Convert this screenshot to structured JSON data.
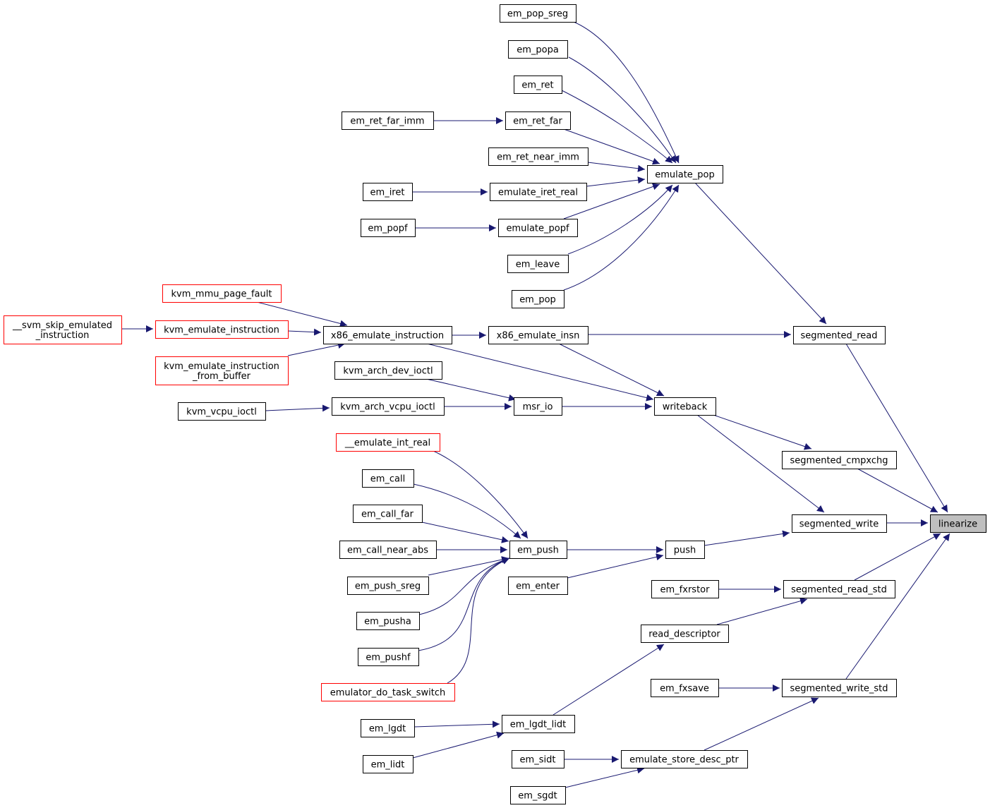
{
  "graph": {
    "target": "linearize",
    "nodes": [
      {
        "id": "linearize",
        "label": [
          "linearize"
        ],
        "style": "target"
      },
      {
        "id": "segmented_read",
        "label": [
          "segmented_read"
        ]
      },
      {
        "id": "segmented_cmpxchg",
        "label": [
          "segmented_cmpxchg"
        ]
      },
      {
        "id": "segmented_write",
        "label": [
          "segmented_write"
        ]
      },
      {
        "id": "segmented_read_std",
        "label": [
          "segmented_read_std"
        ]
      },
      {
        "id": "segmented_write_std",
        "label": [
          "segmented_write_std"
        ]
      },
      {
        "id": "emulate_pop",
        "label": [
          "emulate_pop"
        ]
      },
      {
        "id": "x86_emulate_insn",
        "label": [
          "x86_emulate_insn"
        ]
      },
      {
        "id": "writeback",
        "label": [
          "writeback"
        ]
      },
      {
        "id": "push",
        "label": [
          "push"
        ]
      },
      {
        "id": "em_fxrstor",
        "label": [
          "em_fxrstor"
        ]
      },
      {
        "id": "read_descriptor",
        "label": [
          "read_descriptor"
        ]
      },
      {
        "id": "em_fxsave",
        "label": [
          "em_fxsave"
        ]
      },
      {
        "id": "emulate_store_desc_ptr",
        "label": [
          "emulate_store_desc_ptr"
        ]
      },
      {
        "id": "em_pop_sreg",
        "label": [
          "em_pop_sreg"
        ]
      },
      {
        "id": "em_popa",
        "label": [
          "em_popa"
        ]
      },
      {
        "id": "em_ret",
        "label": [
          "em_ret"
        ]
      },
      {
        "id": "em_ret_far",
        "label": [
          "em_ret_far"
        ]
      },
      {
        "id": "em_ret_near_imm",
        "label": [
          "em_ret_near_imm"
        ]
      },
      {
        "id": "emulate_iret_real",
        "label": [
          "emulate_iret_real"
        ]
      },
      {
        "id": "emulate_popf",
        "label": [
          "emulate_popf"
        ]
      },
      {
        "id": "em_leave",
        "label": [
          "em_leave"
        ]
      },
      {
        "id": "em_pop",
        "label": [
          "em_pop"
        ]
      },
      {
        "id": "em_ret_far_imm",
        "label": [
          "em_ret_far_imm"
        ]
      },
      {
        "id": "em_iret",
        "label": [
          "em_iret"
        ]
      },
      {
        "id": "em_popf",
        "label": [
          "em_popf"
        ]
      },
      {
        "id": "x86_emulate_instruction",
        "label": [
          "x86_emulate_instruction"
        ]
      },
      {
        "id": "msr_io",
        "label": [
          "msr_io"
        ]
      },
      {
        "id": "kvm_arch_dev_ioctl",
        "label": [
          "kvm_arch_dev_ioctl"
        ]
      },
      {
        "id": "kvm_arch_vcpu_ioctl",
        "label": [
          "kvm_arch_vcpu_ioctl"
        ]
      },
      {
        "id": "kvm_vcpu_ioctl",
        "label": [
          "kvm_vcpu_ioctl"
        ]
      },
      {
        "id": "kvm_mmu_page_fault",
        "label": [
          "kvm_mmu_page_fault"
        ],
        "style": "red"
      },
      {
        "id": "kvm_emulate_instruction",
        "label": [
          "kvm_emulate_instruction"
        ],
        "style": "red"
      },
      {
        "id": "kvm_emulate_instruction_from_buffer",
        "label": [
          "kvm_emulate_instruction",
          "_from_buffer"
        ],
        "style": "red"
      },
      {
        "id": "svm_skip_emulated_instruction",
        "label": [
          "__svm_skip_emulated",
          "_instruction"
        ],
        "style": "red"
      },
      {
        "id": "em_push",
        "label": [
          "em_push"
        ]
      },
      {
        "id": "em_enter",
        "label": [
          "em_enter"
        ]
      },
      {
        "id": "emulate_int_real",
        "label": [
          "__emulate_int_real"
        ],
        "style": "red"
      },
      {
        "id": "em_call",
        "label": [
          "em_call"
        ]
      },
      {
        "id": "em_call_far",
        "label": [
          "em_call_far"
        ]
      },
      {
        "id": "em_call_near_abs",
        "label": [
          "em_call_near_abs"
        ]
      },
      {
        "id": "em_push_sreg",
        "label": [
          "em_push_sreg"
        ]
      },
      {
        "id": "em_pusha",
        "label": [
          "em_pusha"
        ]
      },
      {
        "id": "em_pushf",
        "label": [
          "em_pushf"
        ]
      },
      {
        "id": "emulator_do_task_switch",
        "label": [
          "emulator_do_task_switch"
        ],
        "style": "red"
      },
      {
        "id": "em_lgdt_lidt",
        "label": [
          "em_lgdt_lidt"
        ]
      },
      {
        "id": "em_lgdt",
        "label": [
          "em_lgdt"
        ]
      },
      {
        "id": "em_lidt",
        "label": [
          "em_lidt"
        ]
      },
      {
        "id": "em_sidt",
        "label": [
          "em_sidt"
        ]
      },
      {
        "id": "em_sgdt",
        "label": [
          "em_sgdt"
        ]
      }
    ],
    "edges": [
      [
        "segmented_read",
        "linearize"
      ],
      [
        "segmented_cmpxchg",
        "linearize"
      ],
      [
        "segmented_write",
        "linearize"
      ],
      [
        "segmented_read_std",
        "linearize"
      ],
      [
        "segmented_write_std",
        "linearize"
      ],
      [
        "emulate_pop",
        "segmented_read"
      ],
      [
        "x86_emulate_insn",
        "segmented_read"
      ],
      [
        "writeback",
        "segmented_cmpxchg"
      ],
      [
        "writeback",
        "segmented_write"
      ],
      [
        "push",
        "segmented_write"
      ],
      [
        "em_fxrstor",
        "segmented_read_std"
      ],
      [
        "read_descriptor",
        "segmented_read_std"
      ],
      [
        "em_fxsave",
        "segmented_write_std"
      ],
      [
        "emulate_store_desc_ptr",
        "segmented_write_std"
      ],
      [
        "em_pop_sreg",
        "emulate_pop"
      ],
      [
        "em_popa",
        "emulate_pop"
      ],
      [
        "em_ret",
        "emulate_pop"
      ],
      [
        "em_ret_far",
        "emulate_pop"
      ],
      [
        "em_ret_near_imm",
        "emulate_pop"
      ],
      [
        "emulate_iret_real",
        "emulate_pop"
      ],
      [
        "emulate_popf",
        "emulate_pop"
      ],
      [
        "em_leave",
        "emulate_pop"
      ],
      [
        "em_pop",
        "emulate_pop"
      ],
      [
        "em_ret_far_imm",
        "em_ret_far"
      ],
      [
        "em_iret",
        "emulate_iret_real"
      ],
      [
        "em_popf",
        "emulate_popf"
      ],
      [
        "x86_emulate_instruction",
        "x86_emulate_insn"
      ],
      [
        "x86_emulate_insn",
        "writeback"
      ],
      [
        "x86_emulate_instruction",
        "writeback"
      ],
      [
        "msr_io",
        "writeback"
      ],
      [
        "kvm_arch_dev_ioctl",
        "msr_io"
      ],
      [
        "kvm_arch_vcpu_ioctl",
        "msr_io"
      ],
      [
        "kvm_vcpu_ioctl",
        "kvm_arch_vcpu_ioctl"
      ],
      [
        "kvm_mmu_page_fault",
        "x86_emulate_instruction"
      ],
      [
        "kvm_emulate_instruction",
        "x86_emulate_instruction"
      ],
      [
        "kvm_emulate_instruction_from_buffer",
        "x86_emulate_instruction"
      ],
      [
        "svm_skip_emulated_instruction",
        "kvm_emulate_instruction"
      ],
      [
        "em_push",
        "push"
      ],
      [
        "em_enter",
        "push"
      ],
      [
        "emulate_int_real",
        "em_push"
      ],
      [
        "em_call",
        "em_push"
      ],
      [
        "em_call_far",
        "em_push"
      ],
      [
        "em_call_near_abs",
        "em_push"
      ],
      [
        "em_push_sreg",
        "em_push"
      ],
      [
        "em_pusha",
        "em_push"
      ],
      [
        "em_pushf",
        "em_push"
      ],
      [
        "emulator_do_task_switch",
        "em_push"
      ],
      [
        "em_lgdt_lidt",
        "read_descriptor"
      ],
      [
        "em_lgdt",
        "em_lgdt_lidt"
      ],
      [
        "em_lidt",
        "em_lgdt_lidt"
      ],
      [
        "em_sidt",
        "emulate_store_desc_ptr"
      ],
      [
        "em_sgdt",
        "emulate_store_desc_ptr"
      ]
    ]
  },
  "colors": {
    "edge": "#191970",
    "node_border": "#000000",
    "node_border_red": "#ff0000",
    "target_fill": "#bfbfbf",
    "background": "#ffffff"
  }
}
